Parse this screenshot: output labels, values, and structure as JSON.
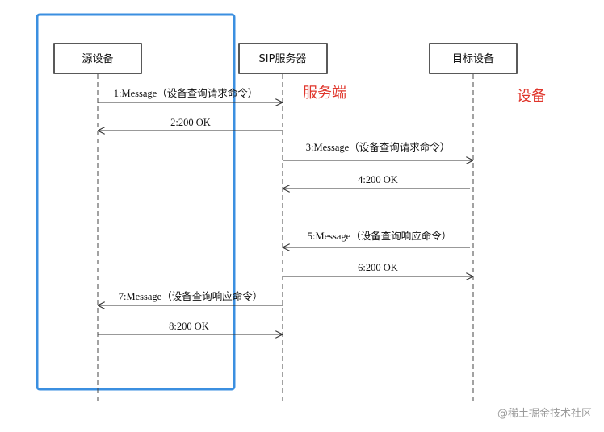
{
  "participants": [
    {
      "id": "source",
      "label": "源设备"
    },
    {
      "id": "server",
      "label": "SIP服务器"
    },
    {
      "id": "target",
      "label": "目标设备"
    }
  ],
  "messages": [
    {
      "label": "1:Message（设备查询请求命令）"
    },
    {
      "label": "2:200 OK"
    },
    {
      "label": "3:Message（设备查询请求命令）"
    },
    {
      "label": "4:200 OK"
    },
    {
      "label": "5:Message（设备查询响应命令）"
    },
    {
      "label": "6:200 OK"
    },
    {
      "label": "7:Message（设备查询响应命令）"
    },
    {
      "label": "8:200 OK"
    }
  ],
  "annotations": {
    "server_side": "服务端",
    "device": "设备"
  },
  "colors": {
    "highlight_border": "#3b8fe0",
    "annotation_red": "#e0352b",
    "line": "#333333"
  },
  "watermark": "@稀土掘金技术社区"
}
